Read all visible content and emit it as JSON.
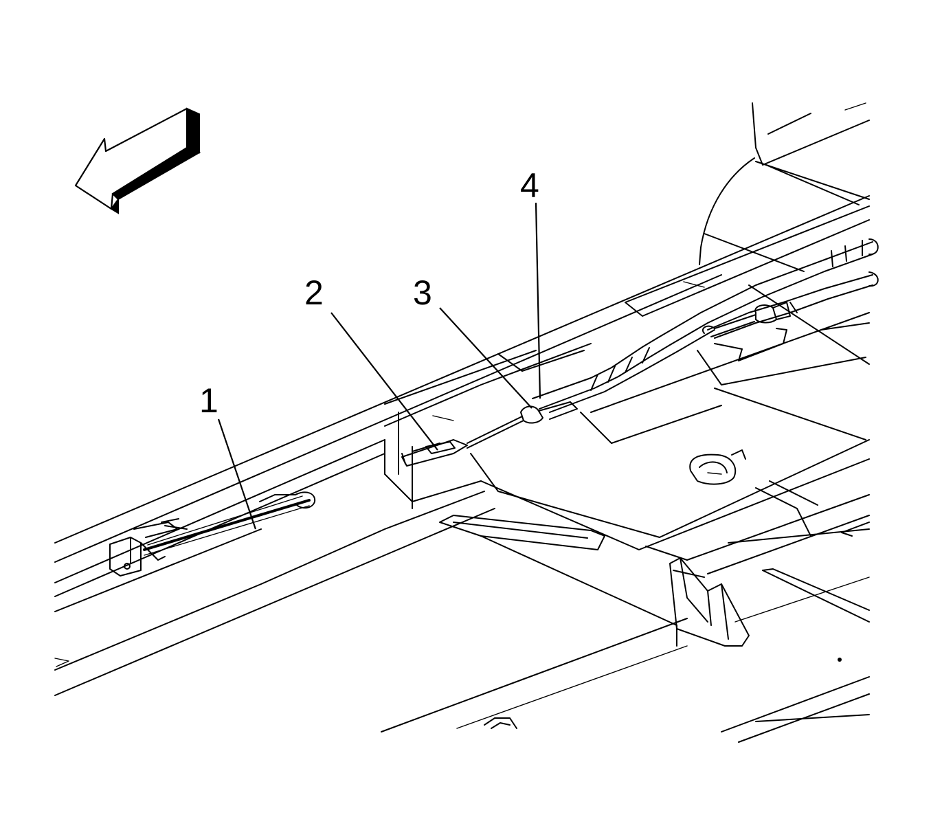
{
  "callouts": [
    {
      "id": "1",
      "label": "1"
    },
    {
      "id": "2",
      "label": "2"
    },
    {
      "id": "3",
      "label": "3"
    },
    {
      "id": "4",
      "label": "4"
    }
  ],
  "icons": {
    "direction_arrow": "front-direction-arrow-icon"
  },
  "colors": {
    "line": "#000000",
    "background": "#ffffff"
  }
}
